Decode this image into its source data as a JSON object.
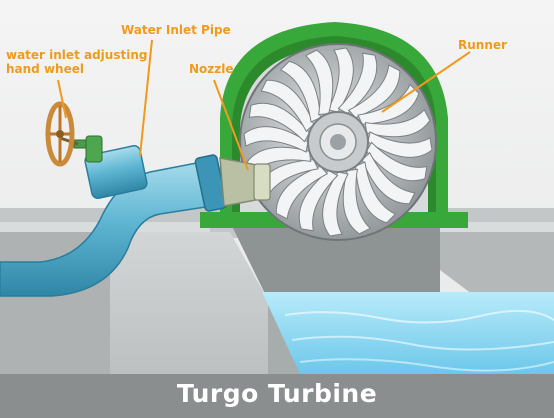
{
  "labels": {
    "hand_wheel": "water inlet adjusting\nhand wheel",
    "inlet_pipe": "Water Inlet Pipe",
    "nozzle": "Nozzle",
    "runner": "Runner"
  },
  "caption": "Turgo Turbine",
  "colors": {
    "label": "#ef9a1e",
    "housing": "#39a83a",
    "pipe": "#5fb6d3",
    "water": "#7fd0f0",
    "hand_wheel": "#c98a3a"
  },
  "icons": {
    "hand_wheel": "hand-wheel",
    "runner": "turbine-runner",
    "nozzle": "nozzle"
  }
}
